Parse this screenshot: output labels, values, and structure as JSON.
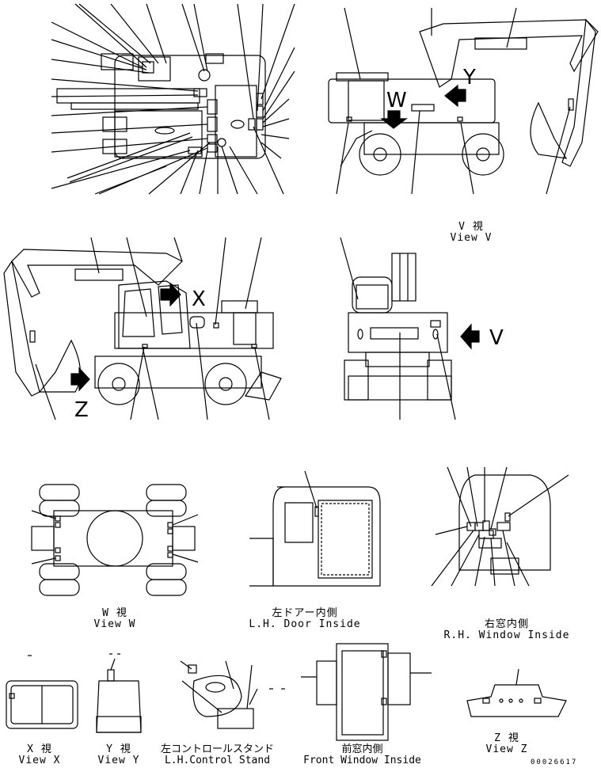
{
  "captions": {
    "view_v": {
      "jp": "V 視",
      "en": "View V"
    },
    "view_w": {
      "jp": "W 視",
      "en": "View W"
    },
    "lh_door": {
      "jp": "左ドアー内側",
      "en": "L.H. Door Inside"
    },
    "rh_window": {
      "jp": "右窓内側",
      "en": "R.H. Window Inside"
    },
    "view_x": {
      "jp": "X 視",
      "en": "View X"
    },
    "view_y": {
      "jp": "Y 視",
      "en": "View Y"
    },
    "lh_control": {
      "jp": "左コントロールスタンド",
      "en": "L.H.Control Stand"
    },
    "front_window": {
      "jp": "前窓内側",
      "en": "Front Window Inside"
    },
    "view_z": {
      "jp": "Z 視",
      "en": "View Z"
    }
  },
  "view_letters": {
    "w": "W",
    "y": "Y",
    "x": "X",
    "z": "Z",
    "v": "V"
  },
  "part_number": "00026617"
}
